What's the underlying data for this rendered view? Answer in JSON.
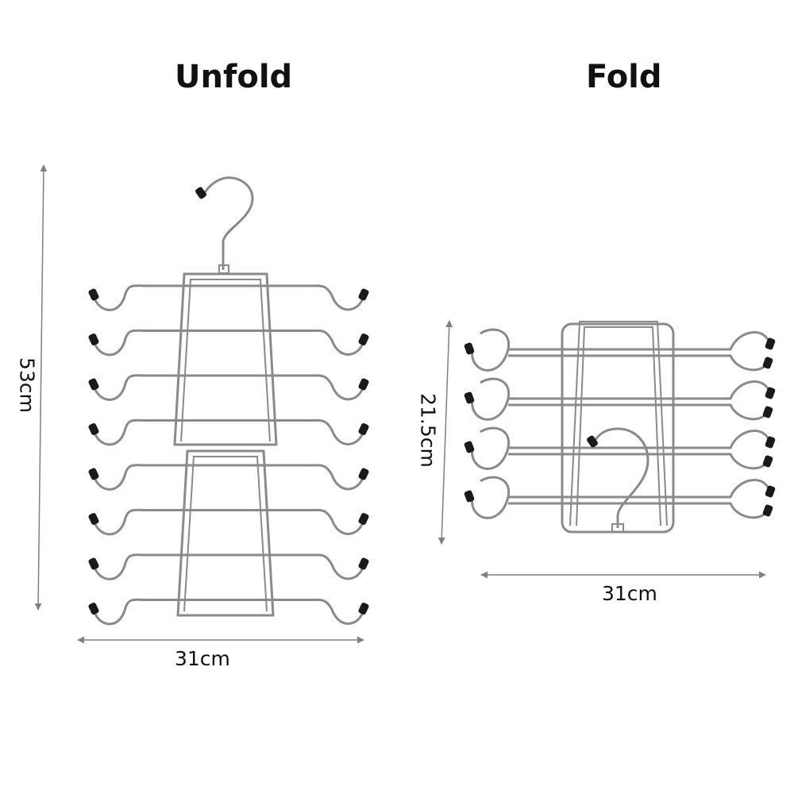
{
  "unfold": {
    "title": "Unfold",
    "height_label": "53cm",
    "width_label": "31cm",
    "arms": 8
  },
  "fold": {
    "title": "Fold",
    "height_label": "21.5cm",
    "width_label": "31cm",
    "arms": 4
  },
  "colors": {
    "wire": "#8a8a8a",
    "cap": "#1a1a1a",
    "dimension": "#808080",
    "text": "#111111"
  }
}
